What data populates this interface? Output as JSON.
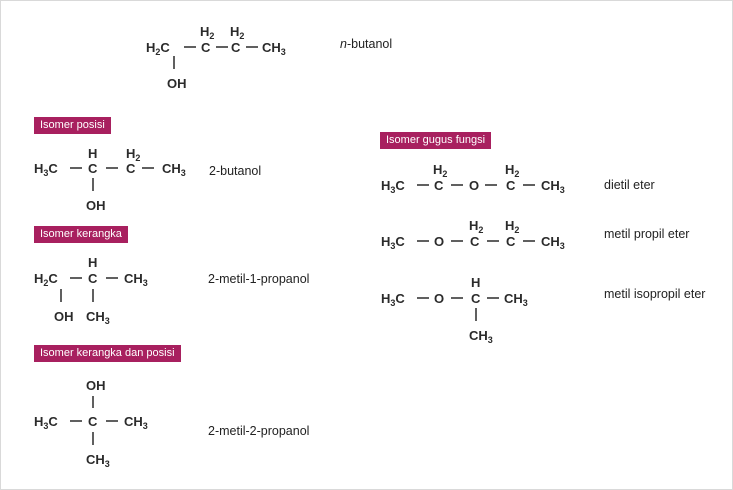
{
  "top_molecule": {
    "name_prefix": "n",
    "name_rest": "-butanol",
    "atoms": {
      "c1": "H",
      "c1sub": "2",
      "c1c": "C",
      "c2h": "H",
      "c2hsub": "2",
      "c2": "C",
      "c3h": "H",
      "c3hsub": "2",
      "c3": "C",
      "c4": "CH",
      "c4sub": "3",
      "oh": "OH"
    }
  },
  "sections": {
    "posisi": {
      "label": "Isomer posisi",
      "name": "2-butanol",
      "atoms": {
        "c1": "H",
        "c1sub": "3",
        "c1c": "C",
        "c2h": "H",
        "c2": "C",
        "c3h": "H",
        "c3hsub": "2",
        "c3": "C",
        "c4": "CH",
        "c4sub": "3",
        "oh": "OH"
      }
    },
    "kerangka": {
      "label": "Isomer kerangka",
      "name": "2-metil-1-propanol",
      "atoms": {
        "c1": "H",
        "c1sub": "2",
        "c1c": "C",
        "c2h": "H",
        "c2": "C",
        "c3": "CH",
        "c3sub": "3",
        "oh": "OH",
        "ch3": "CH",
        "ch3sub": "3"
      }
    },
    "kerangka_posisi": {
      "label": "Isomer kerangka dan posisi",
      "name": "2-metil-2-propanol",
      "atoms": {
        "oh": "OH",
        "c1": "H",
        "c1sub": "3",
        "c1c": "C",
        "c2": "C",
        "c3": "CH",
        "c3sub": "3",
        "ch3": "CH",
        "ch3sub": "3"
      }
    },
    "gugus_fungsi": {
      "label": "Isomer gugus fungsi",
      "items": [
        {
          "name": "dietil eter",
          "atoms": {
            "h": "H",
            "hsub": "3",
            "c": "C",
            "c2h": "H",
            "c2hsub": "2",
            "c2": "C",
            "o": "O",
            "c3h": "H",
            "c3hsub": "2",
            "c3": "C",
            "c4": "CH",
            "c4sub": "3"
          }
        },
        {
          "name": "metil propil eter",
          "atoms": {
            "h": "H",
            "hsub": "3",
            "c": "C",
            "o": "O",
            "c2h": "H",
            "c2hsub": "2",
            "c2": "C",
            "c3h": "H",
            "c3hsub": "2",
            "c3": "C",
            "c4": "CH",
            "c4sub": "3"
          }
        },
        {
          "name": "metil isopropil eter",
          "atoms": {
            "h": "H",
            "hsub": "3",
            "c": "C",
            "o": "O",
            "c2h": "H",
            "c2": "C",
            "c3": "CH",
            "c3sub": "3",
            "ch3": "CH",
            "ch3sub": "3"
          }
        }
      ]
    }
  },
  "colors": {
    "badge_bg": "#a8205f",
    "badge_text": "#ffffff",
    "structure": "#2b2b2b"
  }
}
